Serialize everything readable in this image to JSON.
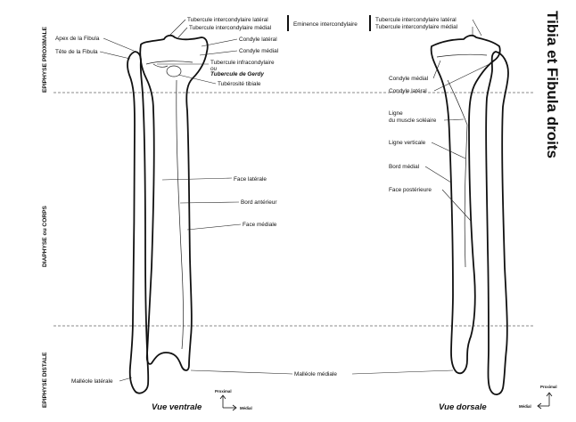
{
  "title": "Tibia et Fibula droits",
  "zones": {
    "proximal": "EPIPHYSE PROXIMALE",
    "diaphyse": "DIAPHYSE ou CORPS",
    "distal": "EPIPHYSE DISTALE"
  },
  "ventral": {
    "view_label": "Vue ventrale",
    "labels": {
      "tubercule_lateral": "Tubercule intercondylaire latéral",
      "tubercule_medial": "Tubercule intercondylaire médial",
      "eminence": "Eminence intercondylaire",
      "apex_fibula": "Apex de la Fibula",
      "tete_fibula": "Tête de la Fibula",
      "condyle_lateral": "Condyle latéral",
      "condyle_medial": "Condyle médial",
      "tubercule_infracondylaire": "Tubercule infracondylaire",
      "ou": "ou",
      "gerdy": "Tubercule de Gerdy",
      "tuberosite": "Tubérosité tibiale",
      "face_laterale": "Face latérale",
      "bord_anterieur": "Bord antérieur",
      "face_mediale": "Face médiale",
      "malleole_laterale": "Malléole latérale",
      "malleole_mediale": "Malléole médiale"
    }
  },
  "dorsal": {
    "view_label": "Vue dorsale",
    "labels": {
      "tubercule_lateral": "Tubercule intercondylaire latéral",
      "tubercule_medial": "Tubercule intercondylaire médial",
      "condyle_medial": "Condyle médial",
      "condyle_lateral": "Condyle latéral",
      "ligne_soleaire_1": "Ligne",
      "ligne_soleaire_2": "du muscle soléaire",
      "ligne_verticale": "Ligne verticale",
      "bord_medial": "Bord médial",
      "face_posterieure": "Face postérieure"
    }
  },
  "orientation": {
    "proximal": "Proximal",
    "medial": "Médial"
  }
}
